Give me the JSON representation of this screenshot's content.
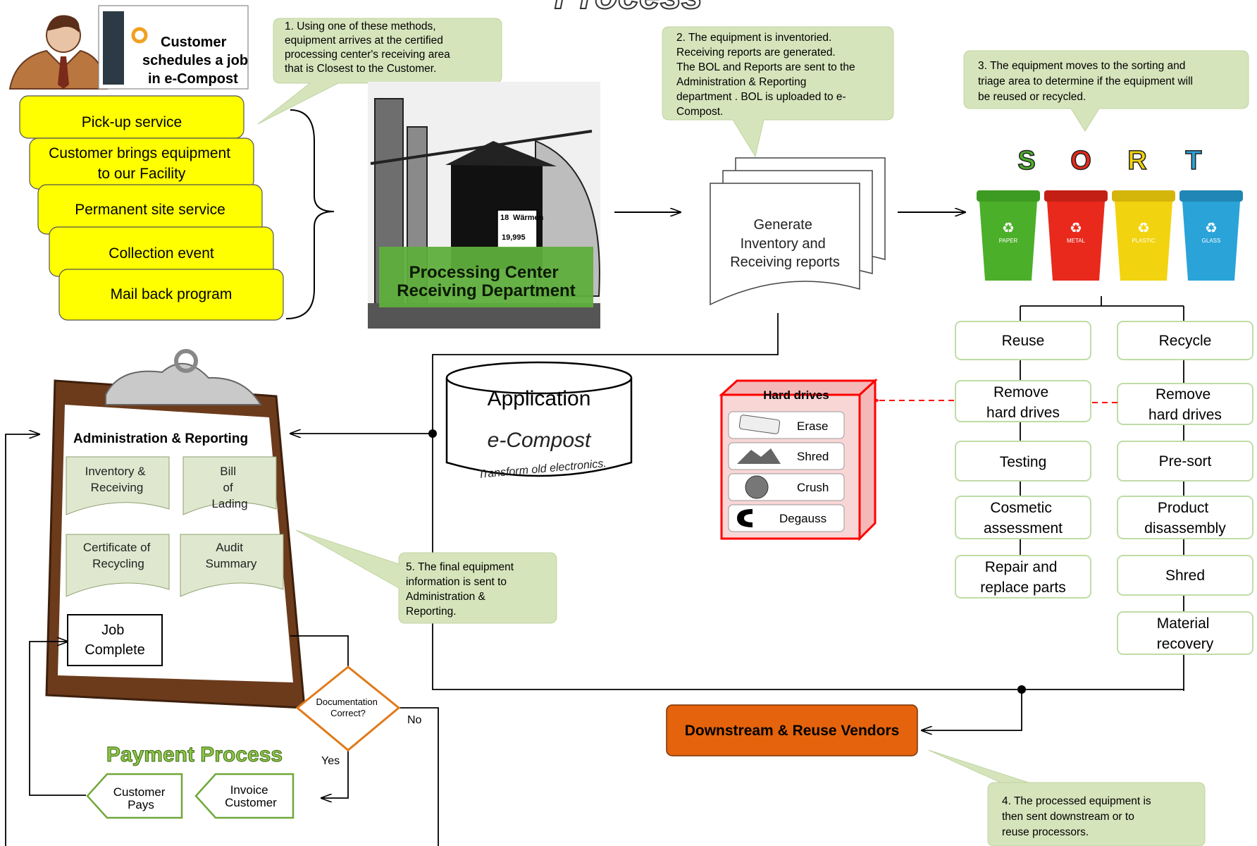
{
  "title": "Process",
  "customer_schedules": [
    "Customer",
    "schedules a job",
    "in e-Compost"
  ],
  "arrival_methods": [
    {
      "label": [
        "Pick-up service"
      ]
    },
    {
      "label": [
        "Customer brings equipment",
        "to our Facility"
      ]
    },
    {
      "label": [
        "Permanent site service"
      ]
    },
    {
      "label": [
        "Collection event"
      ]
    },
    {
      "label": [
        "Mail back program"
      ]
    }
  ],
  "callouts": {
    "step1": [
      "1.  Using one of these methods,",
      "equipment arrives at  the certified",
      "processing center's receiving area",
      "that is Closest to the Customer."
    ],
    "step2": [
      "2.  The equipment is inventoried.",
      "Receiving reports are generated.",
      "The BOL and Reports are sent to the",
      "Administration & Reporting",
      "department .  BOL is uploaded to e-",
      "Compost."
    ],
    "step3": [
      "3.  The equipment moves to  the sorting and",
      "triage area  to determine if the equipment will",
      "be reused or recycled."
    ],
    "step4": [
      "4.  The processed equipment is",
      "then sent  downstream or  to",
      "reuse processors."
    ],
    "step5": [
      "5.  The final  equipment",
      "information is sent to",
      "Administration &",
      "Reporting."
    ]
  },
  "processing_center": {
    "sign_line1": "Processing Center",
    "sign_line2": "Receiving Department",
    "billboard": [
      "18",
      "Wärmen",
      "19,995"
    ]
  },
  "generate_reports": [
    "Generate",
    "Inventory and",
    "Receiving reports"
  ],
  "sort_letters": [
    "S",
    "O",
    "R",
    "T"
  ],
  "bins": [
    "PAPER",
    "METAL",
    "PLASTIC",
    "GLASS"
  ],
  "reuse_column": [
    [
      "Reuse"
    ],
    [
      "Remove",
      "hard drives"
    ],
    [
      "Testing"
    ],
    [
      "Cosmetic",
      "assessment"
    ],
    [
      "Repair and",
      "replace parts"
    ]
  ],
  "recycle_column": [
    [
      "Recycle"
    ],
    [
      "Remove",
      "hard drives"
    ],
    [
      "Pre-sort"
    ],
    [
      "Product",
      "disassembly"
    ],
    [
      "Shred"
    ],
    [
      "Material",
      "recovery"
    ]
  ],
  "hard_drives": {
    "title": "Hard drives",
    "options": [
      "Erase",
      "Shred",
      "Crush",
      "Degauss"
    ]
  },
  "application": {
    "label": "Application",
    "logo": "e-Compost",
    "tagline": "Transform old electronics."
  },
  "admin": {
    "title": "Administration  & Reporting",
    "docs": [
      [
        "Inventory &",
        "Receiving"
      ],
      [
        "Bill",
        "of",
        "Lading"
      ],
      [
        "Certificate of",
        "Recycling"
      ],
      [
        "Audit",
        "Summary"
      ]
    ],
    "job_complete": [
      "Job",
      "Complete"
    ]
  },
  "decision": {
    "label": [
      "Documentation",
      "Correct?"
    ],
    "yes": "Yes",
    "no": "No"
  },
  "payment": {
    "title": "Payment Process",
    "invoice": [
      "Invoice",
      "Customer"
    ],
    "pays": [
      "Customer",
      "Pays"
    ]
  },
  "vendors": "Downstream & Reuse Vendors",
  "colors": {
    "yellow": "#ffff00",
    "green_callout": "#d6e4bc",
    "green_sign": "#5fae3c",
    "orange": "#e4630c",
    "red": "#ff0000",
    "bin_green": "#4caf2a",
    "bin_red": "#e8291c",
    "bin_yellow": "#f2d30f",
    "bin_blue": "#2aa3d8"
  }
}
